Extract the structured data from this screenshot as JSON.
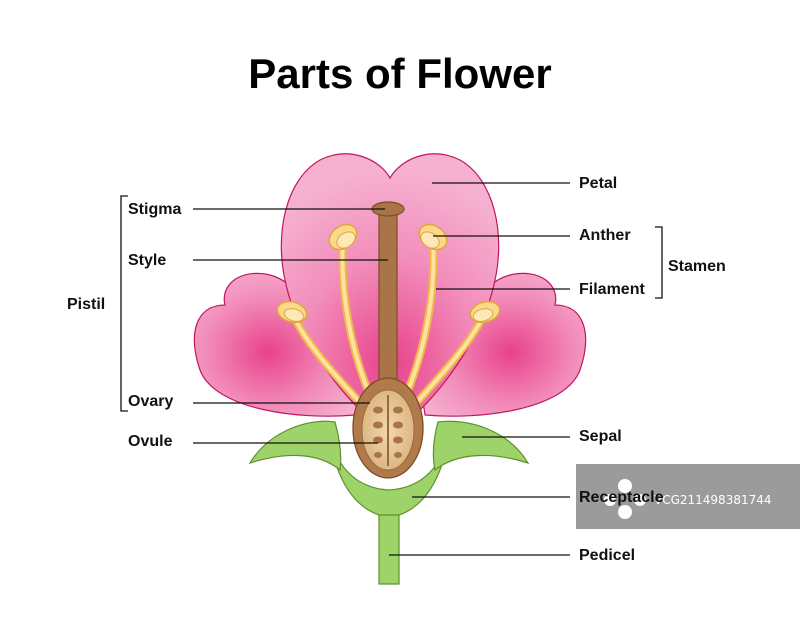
{
  "title": "Parts of Flower",
  "labels": {
    "petal": "Petal",
    "anther": "Anther",
    "filament": "Filament",
    "stamen": "Stamen",
    "sepal": "Sepal",
    "receptacle": "Receptacle",
    "pedicel": "Pedicel",
    "stigma": "Stigma",
    "style": "Style",
    "ovary": "Ovary",
    "ovule": "Ovule",
    "pistil": "Pistil"
  },
  "watermark": {
    "text": "VCG211498381744"
  },
  "colors": {
    "petal": "#f29bc4",
    "petal_center": "#ea4a90",
    "petal_outline": "#c2185b",
    "sepal": "#9ed36a",
    "sepal_outline": "#5e8f2c",
    "style": "#a97448",
    "ovary": "#b07a4a",
    "ovary_inner": "#e8c99c",
    "anther": "#fbd98a",
    "filament": "#f7c96b",
    "watermark_bg": "#8a8a8a"
  }
}
